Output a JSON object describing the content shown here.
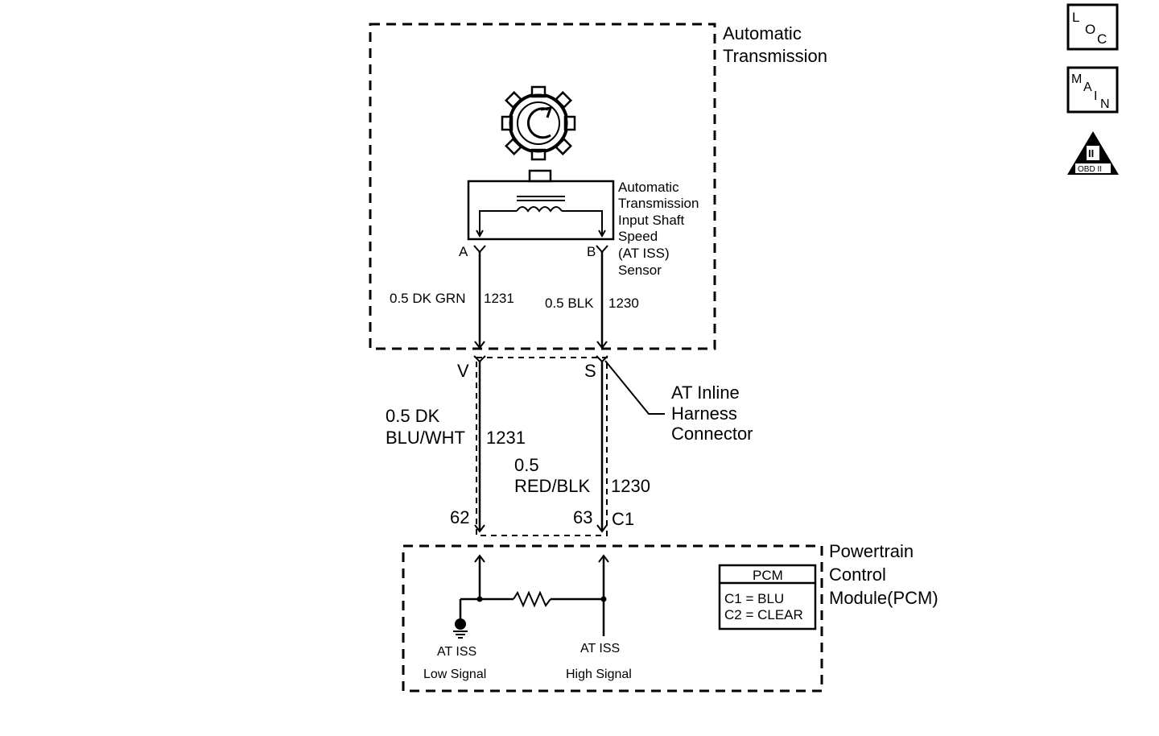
{
  "automatic_transmission": {
    "line1": "Automatic",
    "line2": "Transmission"
  },
  "sensor": {
    "lines": [
      "Automatic",
      "Transmission",
      "Input Shaft",
      "Speed",
      "(AT ISS)",
      "Sensor"
    ],
    "pin_a": "A",
    "pin_b": "B"
  },
  "wires_upper": {
    "left_color": "0.5 DK GRN",
    "left_circuit": "1231",
    "right_color": "0.5 BLK",
    "right_circuit": "1230"
  },
  "connector": {
    "pin_v": "V",
    "pin_s": "S",
    "label_line1": "AT Inline",
    "label_line2": "Harness",
    "label_line3": "Connector"
  },
  "wires_lower": {
    "left_color_line1": "0.5 DK",
    "left_color_line2": "BLU/WHT",
    "left_circuit": "1231",
    "right_color_line1": "0.5",
    "right_color_line2": "RED/BLK",
    "right_circuit": "1230",
    "pin_62": "62",
    "pin_63": "63",
    "connector_c1": "C1"
  },
  "pcm": {
    "label_line1": "Powertrain",
    "label_line2": "Control",
    "label_line3": "Module(PCM)",
    "table_header": "PCM",
    "table_row1": "C1 = BLU",
    "table_row2": "C2 = CLEAR",
    "low_signal_line1": "AT ISS",
    "low_signal_line2": "Low Signal",
    "high_signal_line1": "AT ISS",
    "high_signal_line2": "High Signal"
  },
  "side_icons": {
    "loc": [
      "L",
      "O",
      "C"
    ],
    "main": [
      "M",
      "A",
      "I",
      "N"
    ],
    "obd_roman": "II",
    "obd_label": "OBD II"
  }
}
